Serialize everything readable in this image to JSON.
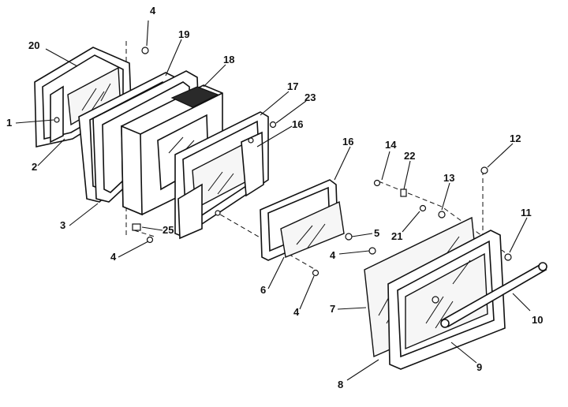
{
  "callouts": [
    {
      "id": "c4a",
      "text": "4"
    },
    {
      "id": "c19",
      "text": "19"
    },
    {
      "id": "c20",
      "text": "20"
    },
    {
      "id": "c18",
      "text": "18"
    },
    {
      "id": "c17",
      "text": "17"
    },
    {
      "id": "c23",
      "text": "23"
    },
    {
      "id": "c16a",
      "text": "16"
    },
    {
      "id": "c1",
      "text": "1"
    },
    {
      "id": "c2",
      "text": "2"
    },
    {
      "id": "c3",
      "text": "3"
    },
    {
      "id": "c25",
      "text": "25"
    },
    {
      "id": "c4b",
      "text": "4"
    },
    {
      "id": "c16b",
      "text": "16"
    },
    {
      "id": "c14",
      "text": "14"
    },
    {
      "id": "c22",
      "text": "22"
    },
    {
      "id": "c13",
      "text": "13"
    },
    {
      "id": "c12",
      "text": "12"
    },
    {
      "id": "c11",
      "text": "11"
    },
    {
      "id": "c5",
      "text": "5"
    },
    {
      "id": "c4c",
      "text": "4"
    },
    {
      "id": "c21",
      "text": "21"
    },
    {
      "id": "c6",
      "text": "6"
    },
    {
      "id": "c4d",
      "text": "4"
    },
    {
      "id": "c7",
      "text": "7"
    },
    {
      "id": "c10",
      "text": "10"
    },
    {
      "id": "c9",
      "text": "9"
    },
    {
      "id": "c8",
      "text": "8"
    }
  ]
}
